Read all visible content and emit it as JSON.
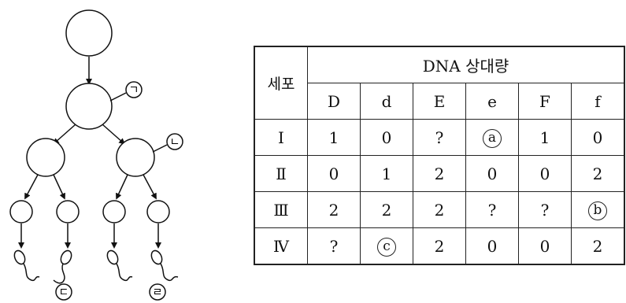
{
  "diagram": {
    "labels": {
      "giyeok": "ㄱ",
      "nieun": "ㄴ",
      "digeut": "ㄷ",
      "rieul": "ㄹ"
    }
  },
  "table": {
    "row_header": "세포",
    "group_header_prefix": "DNA",
    "group_header_suffix": "상대량",
    "columns": [
      "D",
      "d",
      "E",
      "e",
      "F",
      "f"
    ],
    "rows": [
      {
        "label": "Ⅰ",
        "cells": [
          "1",
          "0",
          "?",
          "a",
          "1",
          "0"
        ]
      },
      {
        "label": "Ⅱ",
        "cells": [
          "0",
          "1",
          "2",
          "0",
          "0",
          "2"
        ]
      },
      {
        "label": "Ⅲ",
        "cells": [
          "2",
          "2",
          "2",
          "?",
          "?",
          "b"
        ]
      },
      {
        "label": "Ⅳ",
        "cells": [
          "?",
          "c",
          "2",
          "0",
          "0",
          "2"
        ]
      }
    ],
    "circled_values": [
      "a",
      "b",
      "c"
    ]
  }
}
